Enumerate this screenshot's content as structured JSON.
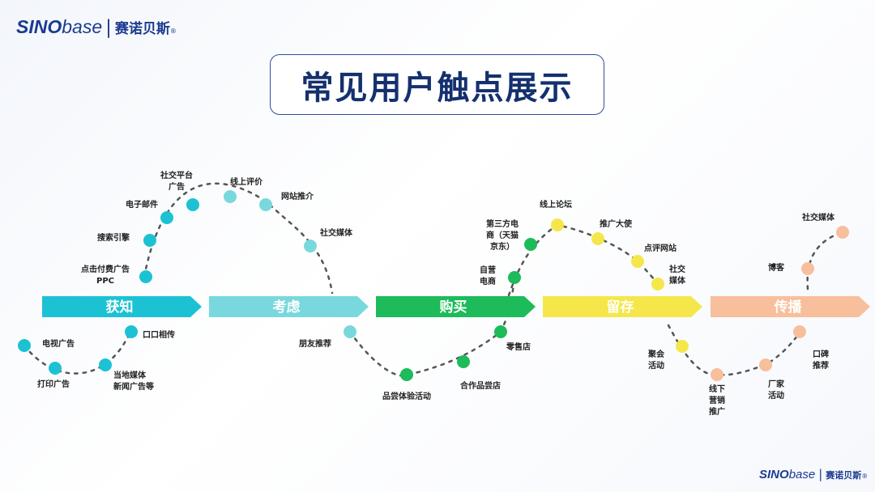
{
  "brand": {
    "sino": "SINO",
    "base": "base",
    "sep": "|",
    "cn": "赛诺贝斯",
    "reg": "®"
  },
  "title": "常见用户触点展示",
  "stages": [
    {
      "label": "获知",
      "color": "#1cc2d3"
    },
    {
      "label": "考虑",
      "color": "#79d8dd"
    },
    {
      "label": "购买",
      "color": "#1dbb5a"
    },
    {
      "label": "留存",
      "color": "#f5e74a"
    },
    {
      "label": "传播",
      "color": "#f8bf9c"
    }
  ],
  "touchpoints": [
    {
      "stage": "获知",
      "label": "电视广告",
      "color": "#1cc2d3"
    },
    {
      "stage": "获知",
      "label": "打印广告",
      "color": "#1cc2d3"
    },
    {
      "stage": "获知",
      "label": "当地媒体\n新闻广告等",
      "color": "#1cc2d3"
    },
    {
      "stage": "获知",
      "label": "口口相传",
      "color": "#1cc2d3"
    },
    {
      "stage": "获知",
      "label": "点击付费广告\nPPC",
      "color": "#1cc2d3"
    },
    {
      "stage": "获知",
      "label": "搜索引擎",
      "color": "#1cc2d3"
    },
    {
      "stage": "获知",
      "label": "电子邮件",
      "color": "#1cc2d3"
    },
    {
      "stage": "获知",
      "label": "社交平台\n广告",
      "color": "#1cc2d3"
    },
    {
      "stage": "考虑",
      "label": "线上评价",
      "color": "#79d8dd"
    },
    {
      "stage": "考虑",
      "label": "网站推介",
      "color": "#79d8dd"
    },
    {
      "stage": "考虑",
      "label": "社交媒体",
      "color": "#79d8dd"
    },
    {
      "stage": "考虑",
      "label": "朋友推荐",
      "color": "#79d8dd"
    },
    {
      "stage": "购买",
      "label": "品尝体验活动",
      "color": "#1dbb5a"
    },
    {
      "stage": "购买",
      "label": "合作品尝店",
      "color": "#1dbb5a"
    },
    {
      "stage": "购买",
      "label": "零售店",
      "color": "#1dbb5a"
    },
    {
      "stage": "购买",
      "label": "自营\n电商",
      "color": "#1dbb5a"
    },
    {
      "stage": "购买",
      "label": "第三方电\n商（天猫\n京东）",
      "color": "#1dbb5a"
    },
    {
      "stage": "留存",
      "label": "线上论坛",
      "color": "#f5e74a"
    },
    {
      "stage": "留存",
      "label": "推广大使",
      "color": "#f5e74a"
    },
    {
      "stage": "留存",
      "label": "点评网站",
      "color": "#f5e74a"
    },
    {
      "stage": "留存",
      "label": "社交\n媒体",
      "color": "#f5e74a"
    },
    {
      "stage": "留存",
      "label": "聚会\n活动",
      "color": "#f5e74a"
    },
    {
      "stage": "传播",
      "label": "线下\n营销\n推广",
      "color": "#f8bf9c"
    },
    {
      "stage": "传播",
      "label": "厂家\n活动",
      "color": "#f8bf9c"
    },
    {
      "stage": "传播",
      "label": "口碑\n推荐",
      "color": "#f8bf9c"
    },
    {
      "stage": "传播",
      "label": "博客",
      "color": "#f8bf9c"
    },
    {
      "stage": "传播",
      "label": "社交媒体",
      "color": "#f8bf9c"
    }
  ]
}
